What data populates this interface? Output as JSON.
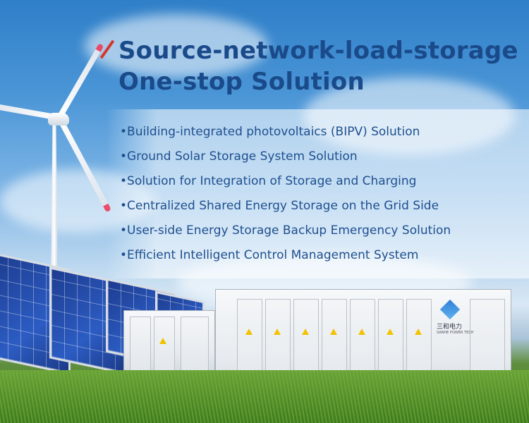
{
  "headline": {
    "line1": "Source-network-load-storage",
    "line2": "One-stop Solution"
  },
  "solutions": [
    {
      "label": "•Building-integrated photovoltaics (BIPV) Solution"
    },
    {
      "label": "•Ground Solar Storage System Solution"
    },
    {
      "label": "•Solution for Integration of Storage and Charging"
    },
    {
      "label": "•Centralized Shared Energy Storage on the Grid Side"
    },
    {
      "label": "•User-side Energy Storage Backup Emergency Solution"
    },
    {
      "label": "•Efficient Intelligent Control Management System"
    }
  ],
  "container_logo": {
    "name": "三和电力",
    "tagline": "SANHE POWER TECH"
  },
  "colors": {
    "title": "#1a4a8a",
    "list_text": "#1e4f8f",
    "accent": "#d8342c",
    "sky": "#4a95d6",
    "grass": "#4a7f2a"
  },
  "icons": [
    "wind-turbine-icon",
    "solar-panel-icon",
    "warning-sign-icon"
  ]
}
